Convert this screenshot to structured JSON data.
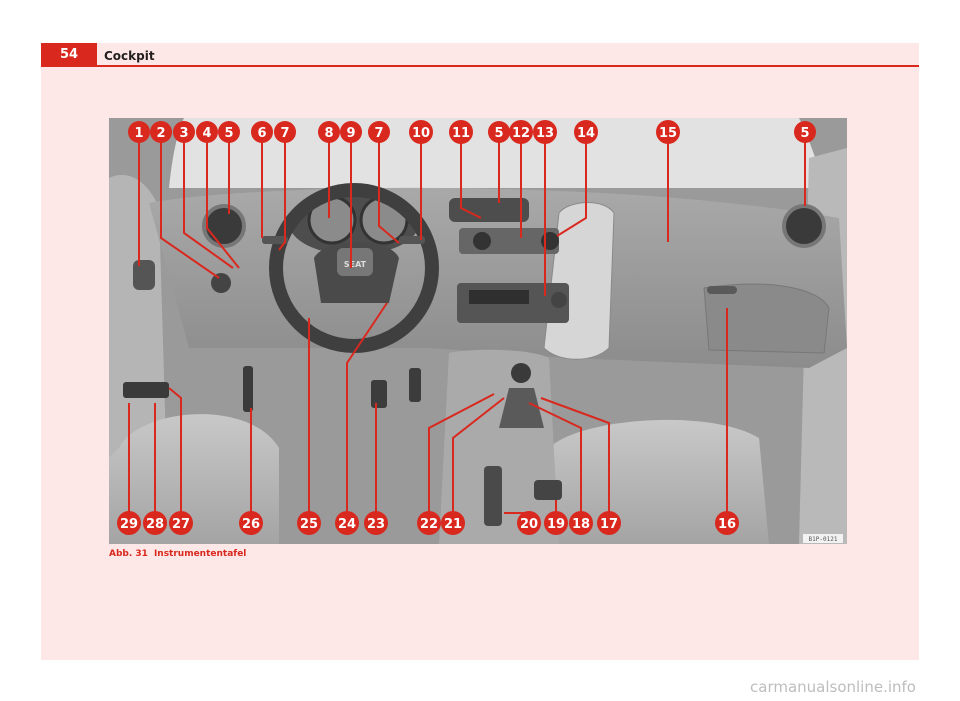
{
  "header": {
    "page_number": "54",
    "section_title": "Cockpit"
  },
  "figure": {
    "image_code": "B1P-0121",
    "caption_label": "Abb. 31",
    "caption_title": "Instrumententafel",
    "seat_logo": "SEAT",
    "callouts_top": [
      "1",
      "2",
      "3",
      "4",
      "5",
      "6",
      "7",
      "8",
      "9",
      "7",
      "10",
      "11",
      "5",
      "12",
      "13",
      "14",
      "15",
      "5"
    ],
    "callouts_bottom": [
      "29",
      "28",
      "27",
      "26",
      "25",
      "24",
      "23",
      "22",
      "21",
      "20",
      "19",
      "18",
      "17",
      "16"
    ]
  },
  "colors": {
    "accent": "#d9281e",
    "page_background": "#fde7e7"
  },
  "watermark": "carmanualsonline.info"
}
